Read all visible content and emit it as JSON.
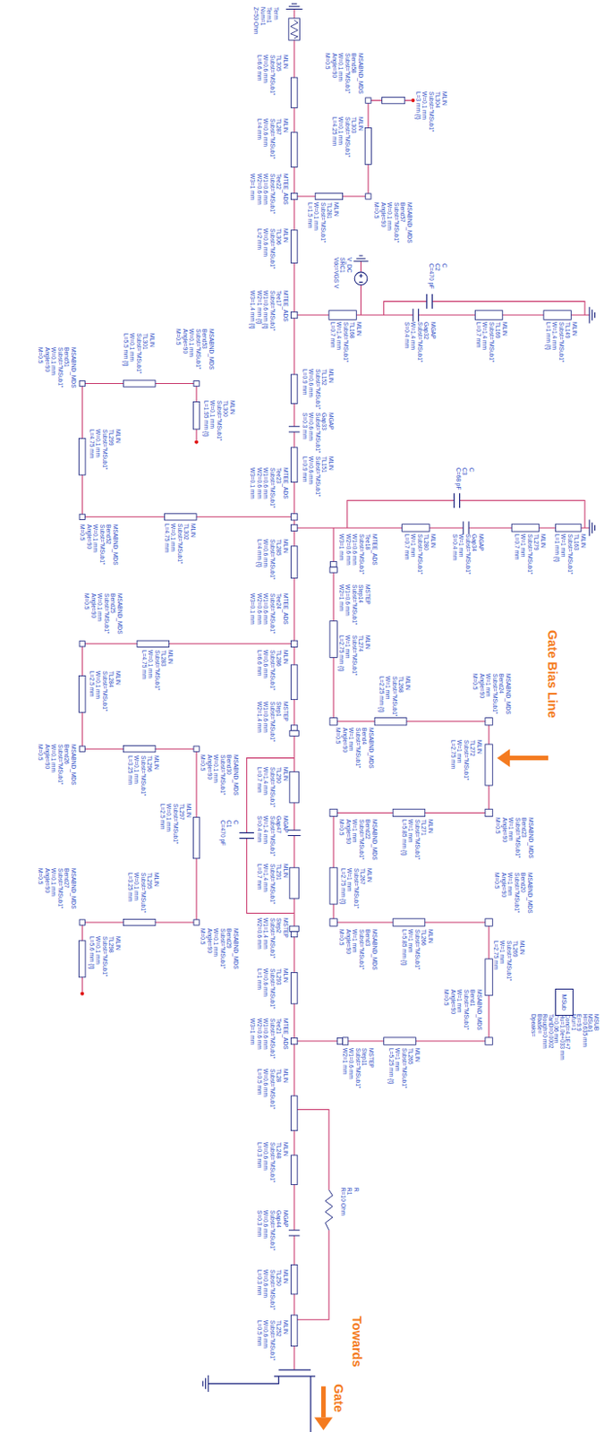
{
  "diagram": {
    "nodes": [
      {
        "text": [
          "MSub"
        ]
      }
    ],
    "labels": [
      "Term",
      "Term1",
      "Num=1",
      "Z=50 Ohm",
      "MLIN",
      "TL305",
      "Subst=\"MSub1\"",
      "W=0.6 mm",
      "L=6.6 mm",
      "MLIN",
      "TL287",
      "Subst=\"MSub1\"",
      "W=0.6 mm",
      "L=4 mm",
      "MSABND_MDS",
      "Bend58",
      "Subst=\"MSub1\"",
      "W=0.1 mm",
      "Angle=90",
      "M=0.5",
      "MLIN",
      "TL304",
      "Subst=\"MSub1\"",
      "W=0.1 mm",
      "L=3 mm {t}",
      "MLIN",
      "TL303",
      "Subst=\"MSub1\"",
      "W=0.1 mm",
      "L=4.25 mm",
      "MTEE_ADS",
      "Tee22",
      "Subst=\"MSub1\"",
      "W1=0.6 mm",
      "W2=0.6 mm",
      "W3=1 mm",
      "MLIN",
      "TL281",
      "Subst=\"MSub1\"",
      "W=0.1 mm",
      "L=1.5 mm",
      "MSABND_MDS",
      "Bend57",
      "Subst=\"MSub1\"",
      "W=0.1 mm",
      "Angle=90",
      "M=0.5",
      "MLIN",
      "TL306",
      "Subst=\"MSub1\"",
      "W=0.6 mm",
      "L=2 mm",
      "V_DC",
      "SRC1",
      "Vdc=VGS V",
      "C",
      "C2",
      "C=470 pF",
      "MTEE_ADS",
      "Tee17",
      "Subst=\"MSub1\"",
      "W1=0.6 mm {t}",
      "W2=1 mm {t}",
      "W3=1.4 mm {t}",
      "MLIN",
      "TL168",
      "Subst=\"MSub1\"",
      "W=1.4 mm",
      "L=0.7 mm",
      "MGAP",
      "Gap32",
      "Subst=\"MSub1\"",
      "W=1.4 mm",
      "S=0.4 mm",
      "MLIN",
      "TL169",
      "Subst=\"MSub1\"",
      "W=1.4 mm",
      "L=0.7 mm",
      "MLIN",
      "TL149",
      "Subst=\"MSub1\"",
      "W=1.4 mm",
      "L=1 mm {t}",
      "MLIN",
      "TL152",
      "Subst=\"MSub1\"",
      "W=0.6 mm",
      "L=0.9 mm",
      "MGAP",
      "Gap33",
      "Subst=\"MSub1\"",
      "W=0.6 mm",
      "S=0.3 mm",
      "MLIN",
      "TL151",
      "Subst=\"MSub1\"",
      "W=0.6 mm",
      "L=0.9 mm",
      "MSABND_MDS",
      "Bend53",
      "Subst=\"MSub1\"",
      "W=0.1 mm",
      "Angle=90",
      "M=0.5",
      "MLIN",
      "TL301",
      "Subst=\"MSub1\"",
      "W=0.1 mm",
      "L=5.5 mm {t}",
      "MSABND_MDS",
      "Bend51",
      "Subst=\"MSub1\"",
      "W=0.1 mm",
      "Angle=90",
      "M=0.5",
      "MLIN",
      "TL300",
      "Subst=\"MSub1\"",
      "W=0.1 mm",
      "L=1.95 mm {t}",
      "MLIN",
      "TL299",
      "Subst=\"MSub1\"",
      "W=0.1 mm",
      "L=4.75 mm",
      "MTEE_ADS",
      "Tee23",
      "Subst=\"MSub1\"",
      "W1=0.6 mm",
      "W2=0.6 mm",
      "W3=0.1 mm",
      "C",
      "C3",
      "C=68 pF",
      "MSABND_MDS",
      "Bend52",
      "Subst=\"MSub1\"",
      "W=0.1 mm",
      "Angle=90",
      "M=0.5",
      "MLIN",
      "TL302",
      "Subst=\"MSub1\"",
      "W=0.1 mm",
      "L=4.75 mm",
      "MTEE_ADS",
      "Tee18",
      "Subst=\"MSub1\"",
      "W1=0.6 mm",
      "W2=0.6 mm",
      "W3=1 mm",
      "MLIN",
      "TL280",
      "Subst=\"MSub1\"",
      "W=1 mm",
      "L=0.7 mm",
      "MGAP",
      "Gap34",
      "Subst=\"MSub1\"",
      "W=1 mm",
      "S=0.4 mm",
      "MLIN",
      "TL279",
      "Subst=\"MSub1\"",
      "W=1 mm",
      "L=0.7 mm",
      "MLIN",
      "TL163",
      "Subst=\"MSub1\"",
      "W=1 mm",
      "L=1 mm {t}",
      "MLIN",
      "TL285",
      "Subst=\"MSub1\"",
      "W=0.6 mm",
      "L=4 mm {t}",
      "MSTEP",
      "Step14",
      "Subst=\"MSub1\"",
      "W1=0.6 mm",
      "W2=1 mm",
      "MSABND_MDS",
      "Bend25",
      "Subst=\"MSub1\"",
      "W=0.1 mm",
      "Angle=90",
      "M=0.5",
      "MTEE_ADS",
      "Tee24",
      "Subst=\"MSub1\"",
      "W1=0.6 mm",
      "W2=0.6 mm",
      "W3=0.1 mm",
      "MLIN",
      "TL274",
      "Subst=\"MSub1\"",
      "W=1 mm",
      "L=2.75 mm {t}",
      "MLIN",
      "TL283",
      "Subst=\"MSub1\"",
      "W=0.1 mm",
      "L=4.75 mm",
      "MLIN",
      "TL286",
      "Subst=\"MSub1\"",
      "W=0.6 mm",
      "L=6.6 mm",
      "MLIN",
      "TL284",
      "Subst=\"MSub1\"",
      "W=0.1 mm",
      "L=2.5 mm",
      "MSABND_MDS",
      "Bend24",
      "Subst=\"MSub1\"",
      "W=1 mm",
      "Angle=90",
      "M=0.5",
      "MLIN",
      "TL268",
      "Subst=\"MSub1\"",
      "W=1 mm",
      "L=2.25 mm {t}",
      "Gate Bias Line",
      "MSTEP",
      "Step1",
      "Subst=\"MSub1\"",
      "W1=0.6 mm",
      "W2=1.4 mm",
      "MSABND_MDS",
      "Bend4",
      "Subst=\"MSub1\"",
      "W=1 mm",
      "Angle=90",
      "M=0.5",
      "MLIN",
      "TL272",
      "Subst=\"MSub1\"",
      "W=1 mm",
      "L=2.75 mm",
      "MSABND_MDS",
      "Bend26",
      "Subst=\"MSub1\"",
      "W=0.1 mm",
      "Angle=90",
      "M=0.5",
      "MLIN",
      "TL296",
      "Subst=\"MSub1\"",
      "W=0.1 mm",
      "L=3.25 mm",
      "MSABND_MDS",
      "Bend30",
      "Subst=\"MSub1\"",
      "W=0.1 mm",
      "Angle=90",
      "M=0.5",
      "MLIN",
      "TL290",
      "Subst=\"MSub1\"",
      "W=1.4 mm",
      "L=0.7 mm",
      "MLIN",
      "TL297",
      "Subst=\"MSub1\"",
      "W=0.1 mm",
      "L=2.5 mm",
      "MGAP",
      "Gap47",
      "Subst=\"MSub1\"",
      "W=1.4 mm",
      "S=0.4 mm",
      "MSABND_MDS",
      "Bend23",
      "Subst=\"MSub1\"",
      "W=1 mm",
      "Angle=90",
      "M=0.5",
      "MLIN",
      "TL271",
      "Subst=\"MSub1\"",
      "W=1 mm",
      "L=5.85 mm {t}",
      "MSABND_MDS",
      "Bend22",
      "Subst=\"MSub1\"",
      "W=1 mm",
      "Angle=90",
      "M=0.5",
      "C",
      "C1",
      "C=470 pF",
      "MLIN",
      "TL291",
      "Subst=\"MSub1\"",
      "W=1.4 mm",
      "L=0.7 mm",
      "MSABND_MDS",
      "Bend27",
      "Subst=\"MSub1\"",
      "W=0.1 mm",
      "Angle=90",
      "M=0.5",
      "MLIN",
      "TL267",
      "Subst=\"MSub1\"",
      "W=1 mm",
      "L=2.75 mm {t}",
      "MSABND_MDS",
      "Bend20",
      "Subst=\"MSub1\"",
      "W=1 mm",
      "Angle=90",
      "M=0.5",
      "MLIN",
      "TL295",
      "Subst=\"MSub1\"",
      "W=0.1 mm",
      "L=3.25 mm",
      "MSTEP",
      "Step2",
      "Subst=\"MSub1\"",
      "W1=1.4 mm",
      "W2=0.6 mm",
      "MSABND_MDS",
      "Bend29",
      "Subst=\"MSub1\"",
      "W=0.1 mm",
      "Angle=90",
      "M=0.5",
      "MSABND_MDS",
      "Bend3",
      "Subst=\"MSub1\"",
      "W=1 mm",
      "Angle=90",
      "M=0.5",
      "MLIN",
      "TL266",
      "Subst=\"MSub1\"",
      "W=1 mm",
      "L=5.85 mm {t}",
      "MLIN",
      "TL298",
      "Subst=\"MSub1\"",
      "W=0.1 mm",
      "L=5.6 mm {t}",
      "MLIN",
      "TL269",
      "Subst=\"MSub1\"",
      "W=1 mm",
      "L=2.75 mm",
      "MLIN",
      "TL293",
      "Subst=\"MSub1\"",
      "W=0.6 mm",
      "L=1 mm",
      "MSABND_MDS",
      "Bend1",
      "Subst=\"MSub1\"",
      "W=1 mm",
      "Angle=90",
      "M=0.5",
      "MSUB",
      "MSub1",
      "H=0.635 mm",
      "Er=9.9",
      "Mur=1",
      "Cond=4.1E+7",
      "Hu=1.0e+033 mm",
      "T=0.06 mm",
      "TanD=0.0002",
      "Rough=0 mm",
      "Bbase=",
      "Dpeaks=",
      "MTEE_ADS",
      "Tee21",
      "Subst=\"MSub1\"",
      "W1=0.6 mm",
      "W2=0.6 mm",
      "W3=1 mm",
      "MSTEP",
      "Step11",
      "Subst=\"MSub1\"",
      "W1=0.6 mm",
      "W2=1 mm",
      "MLIN",
      "TL265",
      "Subst=\"MSub1\"",
      "W=1 mm",
      "L=5.25 mm {t}",
      "MLIN",
      "TL28",
      "Subst=\"MSub1\"",
      "W=0.6 mm",
      "L=0.5 mm",
      "MLIN",
      "TL248",
      "Subst=\"MSub1\"",
      "W=0.6 mm",
      "L=0.3 mm",
      "R",
      "R1",
      "R=10 Ohm",
      "MGAP",
      "Gap44",
      "Subst=\"MSub1\"",
      "W=0.6 mm",
      "S=0.3 mm",
      "MLIN",
      "TL250",
      "Subst=\"MSub1\"",
      "W=0.6 mm",
      "L=0.3 mm",
      "MLIN",
      "TL252",
      "Subst=\"MSub1\"",
      "W=0.6 mm",
      "L=0.5 mm",
      "Towards",
      "Gate"
    ]
  }
}
